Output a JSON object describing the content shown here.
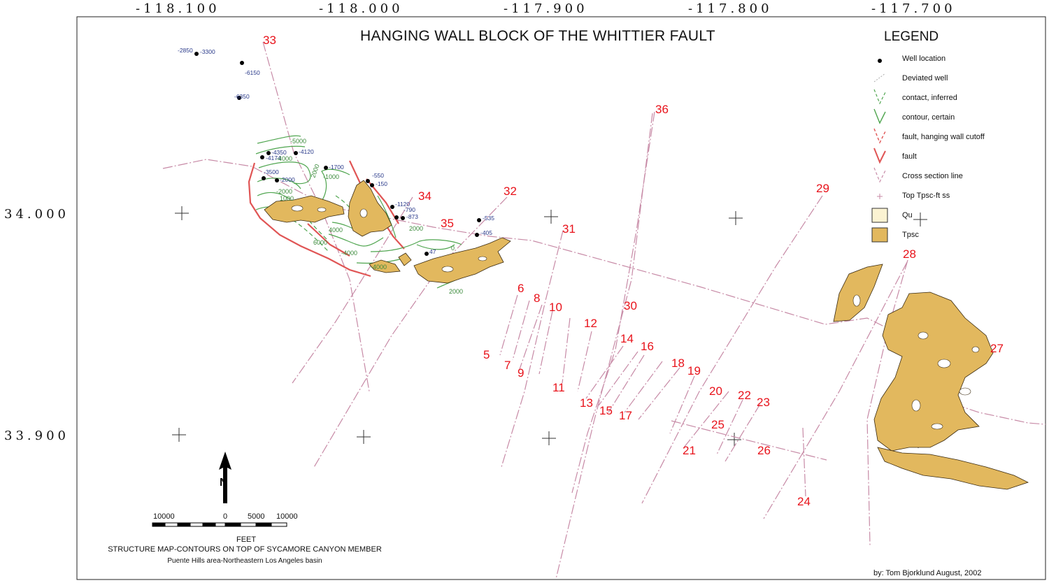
{
  "title": "HANGING WALL BLOCK OF THE WHITTIER FAULT",
  "longitude_ticks": [
    "-118.100",
    "-118.000",
    "-117.900",
    "-117.800",
    "-117.700"
  ],
  "latitude_ticks": [
    "34.000",
    "33.900"
  ],
  "legend": {
    "title": "LEGEND",
    "items": [
      {
        "label": "Well location",
        "icon": "well-dot-icon"
      },
      {
        "label": "Deviated well",
        "icon": "deviated-well-icon"
      },
      {
        "label": "contact, inferred",
        "icon": "dashed-green-line-icon"
      },
      {
        "label": "contour, certain",
        "icon": "green-line-icon"
      },
      {
        "label": "fault, hanging wall cutoff",
        "icon": "dashed-red-line-icon"
      },
      {
        "label": "fault",
        "icon": "red-line-icon"
      },
      {
        "label": "Cross section line",
        "icon": "pink-dashed-line-icon"
      },
      {
        "label": "Top Tpsc-ft ss",
        "icon": "plus-icon"
      },
      {
        "label": "Qu",
        "icon": "qu-swatch-icon"
      },
      {
        "label": "Tpsc",
        "icon": "tpsc-swatch-icon"
      }
    ]
  },
  "colors": {
    "tpsc_fill": "#e2b85e",
    "qu_fill": "#fbf3d2",
    "fault": "#e05555",
    "contour": "#4fa54f",
    "section_line": "#c78aa6",
    "section_label": "#e8121a",
    "well_label": "#2a3a8a"
  },
  "section_labels": [
    "33",
    "36",
    "34",
    "32",
    "35",
    "31",
    "29",
    "28",
    "6",
    "8",
    "10",
    "30",
    "12",
    "14",
    "16",
    "5",
    "7",
    "9",
    "18",
    "19",
    "11",
    "13",
    "15",
    "17",
    "20",
    "22",
    "23",
    "25",
    "21",
    "26",
    "24",
    "27"
  ],
  "well_labels": [
    "-2850",
    "-3300",
    "-6150",
    "-6350",
    "-4350",
    "-4174",
    "-4120",
    "-3500",
    "-2000",
    "-1700",
    "-550",
    "-150",
    "-1120",
    "-790",
    "-873",
    "-535",
    "-405",
    "47"
  ],
  "contour_labels": [
    "-5000",
    "-4000",
    "-1000",
    "2000",
    "-2000",
    "1000",
    "4000",
    "6000",
    "-4000",
    "2000",
    "0",
    "-4000",
    "2000"
  ],
  "scale_bar": {
    "labels": [
      "10000",
      "0",
      "5000",
      "10000"
    ],
    "unit": "FEET"
  },
  "north_arrow": "N",
  "caption": {
    "line1": "STRUCTURE MAP-CONTOURS ON TOP OF SYCAMORE CANYON MEMBER",
    "line2": "Puente Hills area-Northeastern Los Angeles basin"
  },
  "credit": "by:  Tom Bjorklund August, 2002"
}
